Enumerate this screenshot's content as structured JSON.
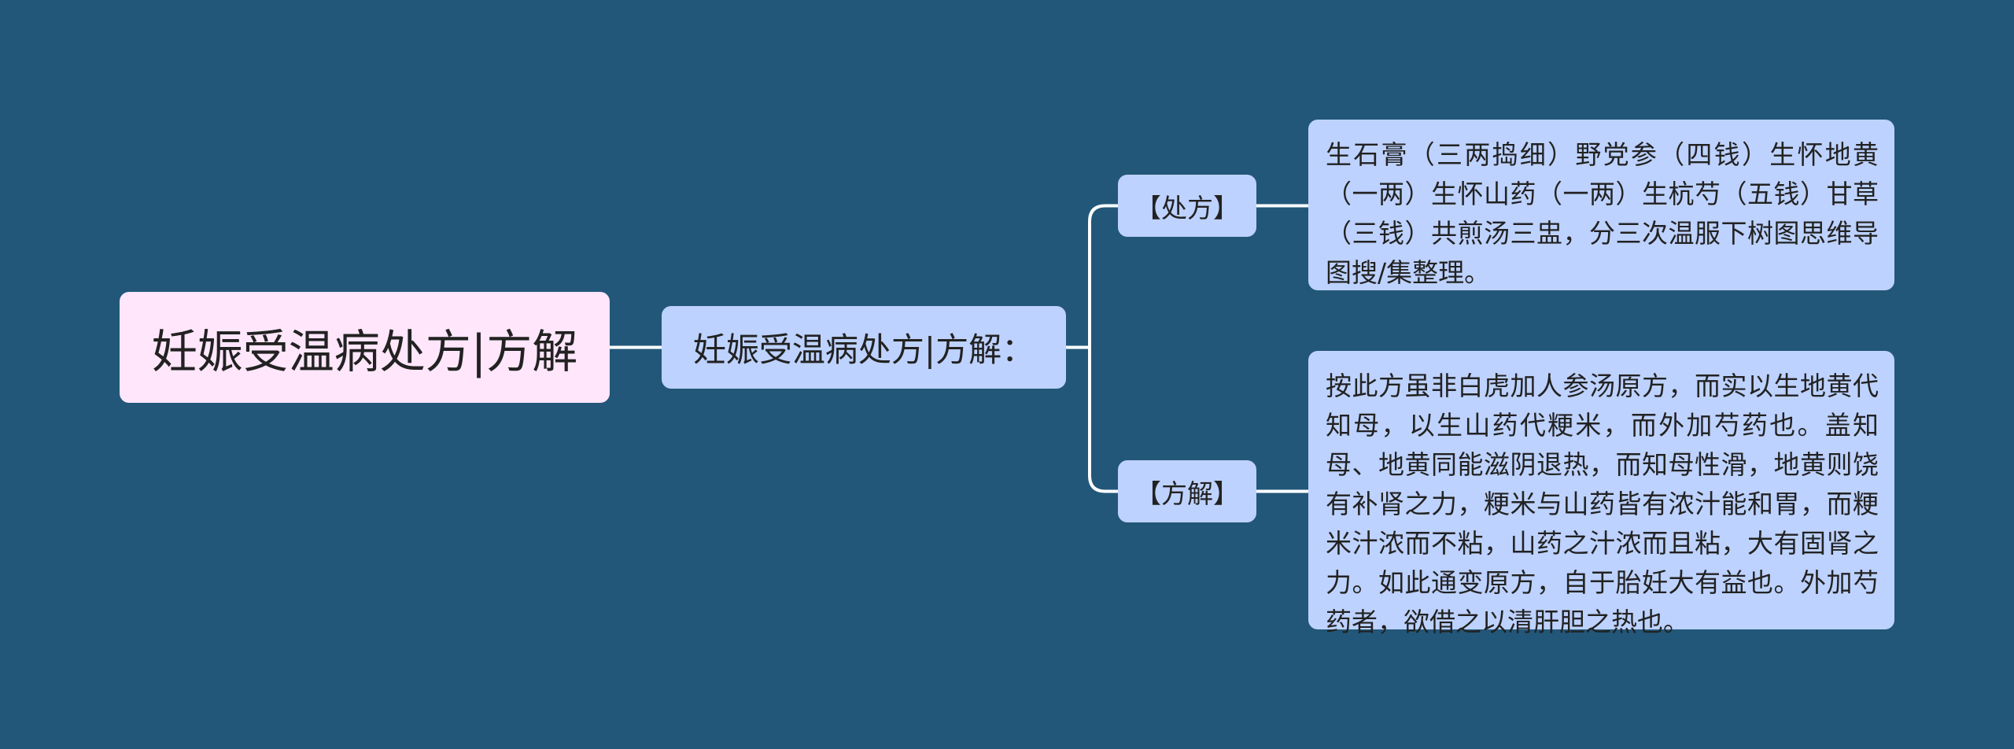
{
  "mindmap": {
    "root": {
      "label": "妊娠受温病处方|方解"
    },
    "topic": {
      "label": "妊娠受温病处方|方解："
    },
    "branches": [
      {
        "label": "【处方】",
        "text": "生石膏（三两捣细）野党参（四钱）生怀地黄（一两）生怀山药（一两）生杭芍（五钱）甘草（三钱）共煎汤三盅，分三次温服下树图思维导图搜/集整理。"
      },
      {
        "label": "【方解】",
        "text": "按此方虽非白虎加人参汤原方，而实以生地黄代知母，以生山药代粳米，而外加芍药也。盖知母、地黄同能滋阴退热，而知母性滑，地黄则饶有补肾之力，粳米与山药皆有浓汁能和胃，而粳米汁浓而不粘，山药之汁浓而且粘，大有固肾之力。如此通变原方，自于胎妊大有益也。外加芍药者，欲借之以清肝胆之热也。"
      }
    ]
  },
  "colors": {
    "background": "#225779",
    "root_fill": "#FFE6FA",
    "node_fill": "#BED2FF",
    "connector": "#FFFFFF",
    "text": "#222222"
  }
}
